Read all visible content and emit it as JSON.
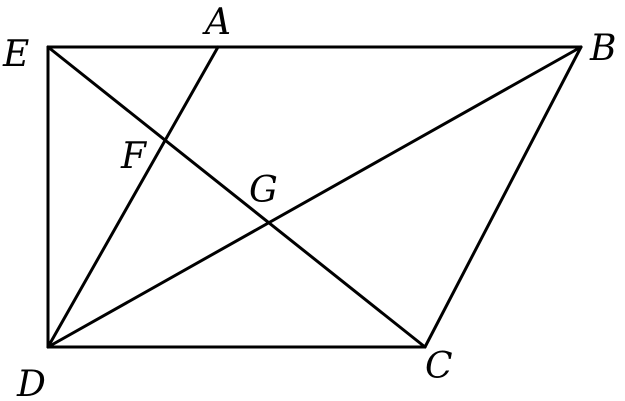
{
  "labels": {
    "A": "A",
    "B": "B",
    "C": "C",
    "D": "D",
    "E": "E",
    "F": "F",
    "G": "G"
  },
  "segments": [
    [
      "E",
      "B"
    ],
    [
      "E",
      "D"
    ],
    [
      "D",
      "C"
    ],
    [
      "C",
      "B"
    ],
    [
      "E",
      "C"
    ],
    [
      "D",
      "B"
    ],
    [
      "D",
      "A"
    ]
  ],
  "colors": {
    "stroke": "#000000",
    "text": "#000000",
    "background": "#ffffff"
  }
}
